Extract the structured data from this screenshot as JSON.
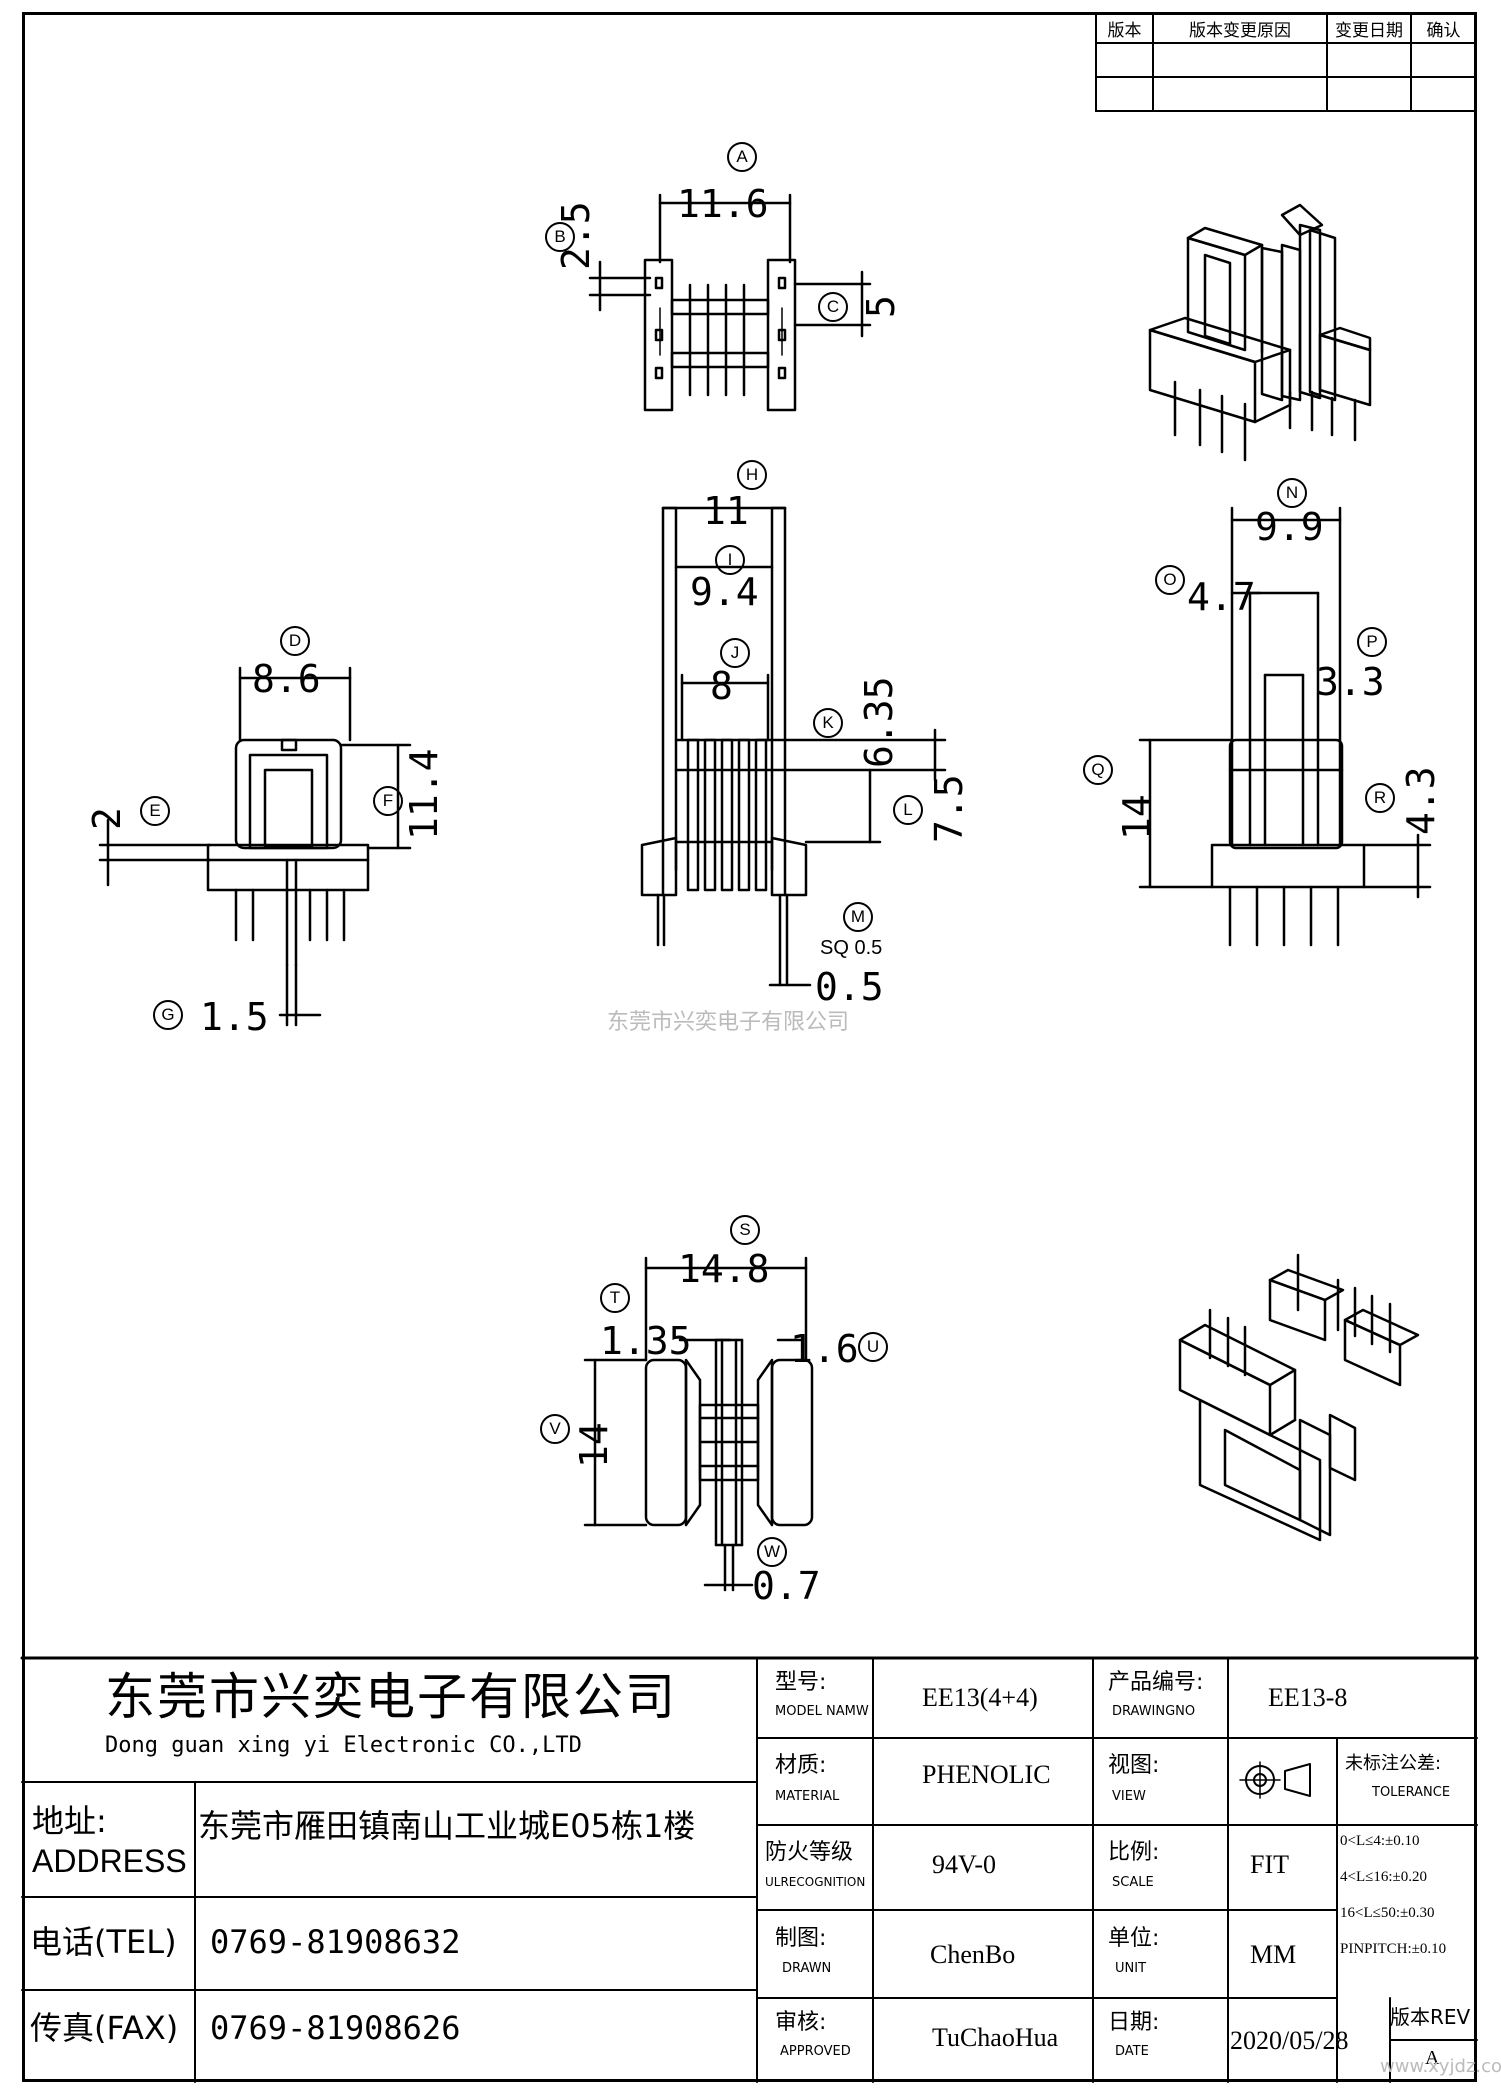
{
  "revision_table": {
    "headers": [
      "版本",
      "版本变更原因",
      "变更日期",
      "确认"
    ]
  },
  "dimensions": {
    "A": {
      "letter": "A",
      "value": "11.6"
    },
    "B": {
      "letter": "B",
      "value": "2.5"
    },
    "C": {
      "letter": "C",
      "value": "5"
    },
    "D": {
      "letter": "D",
      "value": "8.6"
    },
    "E": {
      "letter": "E",
      "value": "2"
    },
    "F": {
      "letter": "F",
      "value": "11.4"
    },
    "G": {
      "letter": "G",
      "value": "1.5"
    },
    "H": {
      "letter": "H",
      "value": "11"
    },
    "I": {
      "letter": "I",
      "value": "9.4"
    },
    "J": {
      "letter": "J",
      "value": "8"
    },
    "K": {
      "letter": "K",
      "value": "6.35"
    },
    "L": {
      "letter": "L",
      "value": "7.5"
    },
    "M": {
      "letter": "M",
      "value": "0.5",
      "caption": "SQ 0.5"
    },
    "N": {
      "letter": "N",
      "value": "9.9"
    },
    "O": {
      "letter": "O",
      "value": "4.7"
    },
    "P": {
      "letter": "P",
      "value": "3.3"
    },
    "Q": {
      "letter": "Q",
      "value": "14"
    },
    "R": {
      "letter": "R",
      "value": "4.3"
    },
    "S": {
      "letter": "S",
      "value": "14.8"
    },
    "T": {
      "letter": "T",
      "value": "1.35"
    },
    "U": {
      "letter": "U",
      "value": "1.6"
    },
    "V": {
      "letter": "V",
      "value": "14"
    },
    "W": {
      "letter": "W",
      "value": "0.7"
    }
  },
  "watermark_center": "东莞市兴奕电子有限公司",
  "title_block": {
    "company_cn": "东莞市兴奕电子有限公司",
    "company_en": "Dong guan xing yi Electronic CO.,LTD",
    "address_label": "地址:",
    "address_label_en": "ADDRESS",
    "address_value": "东莞市雁田镇南山工业城E05栋1楼",
    "tel_label": "电话(TEL)",
    "tel_value": "0769-81908632",
    "fax_label": "传真(FAX)",
    "fax_value": "0769-81908626",
    "model_label_cn": "型号:",
    "model_label_en": "MODEL NAMW",
    "model_value": "EE13(4+4)",
    "drawing_no_label_cn": "产品编号:",
    "drawing_no_label_en": "DRAWINGNO",
    "drawing_no_value": "EE13-8",
    "material_label_cn": "材质:",
    "material_label_en": "MATERIAL",
    "material_value": "PHENOLIC",
    "view_label_cn": "视图:",
    "view_label_en": "VIEW",
    "tolerance_label_cn": "未标注公差:",
    "tolerance_label_en": "TOLERANCE",
    "tolerance_rows": [
      "0<L≤4:±0.10",
      "4<L≤16:±0.20",
      "16<L≤50:±0.30",
      "PINPITCH:±0.10"
    ],
    "fire_label_cn": "防火等级",
    "fire_label_en": "ULRECOGNITION",
    "fire_value": "94V-0",
    "scale_label_cn": "比例:",
    "scale_label_en": "SCALE",
    "scale_value": "FIT",
    "drawn_label_cn": "制图:",
    "drawn_label_en": "DRAWN",
    "drawn_value": "ChenBo",
    "unit_label_cn": "单位:",
    "unit_label_en": "UNIT",
    "unit_value": "MM",
    "approved_label_cn": "审核:",
    "approved_label_en": "APPROVED",
    "approved_value": "TuChaoHua",
    "date_label_cn": "日期:",
    "date_label_en": "DATE",
    "date_value": "2020/05/28",
    "rev_label": "版本REV",
    "rev_value": "A"
  },
  "corner_watermark": "www.xyjdz.com"
}
